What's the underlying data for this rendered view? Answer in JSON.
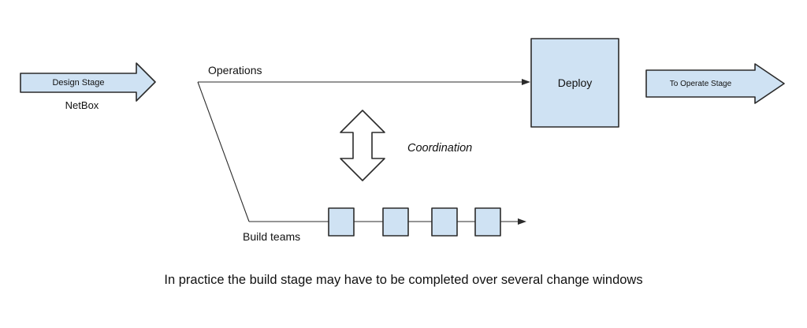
{
  "colors": {
    "background": "#ffffff",
    "shape_fill": "#cfe2f3",
    "shape_stroke": "#2b2b2b",
    "coordination_arrow_fill": "#ffffff",
    "line": "#2b2b2b",
    "text": "#111111"
  },
  "diagram": {
    "design_arrow": {
      "label": "Design Stage"
    },
    "design_tool": {
      "label": "NetBox"
    },
    "operations": {
      "label": "Operations"
    },
    "deploy": {
      "label": "Deploy"
    },
    "to_operate_arrow": {
      "label": "To Operate Stage"
    },
    "coordination": {
      "label": "Coordination"
    },
    "build_teams": {
      "label": "Build teams"
    },
    "change_windows": {
      "count": 4
    },
    "caption": "In practice the build stage may have to be completed over several change windows"
  }
}
